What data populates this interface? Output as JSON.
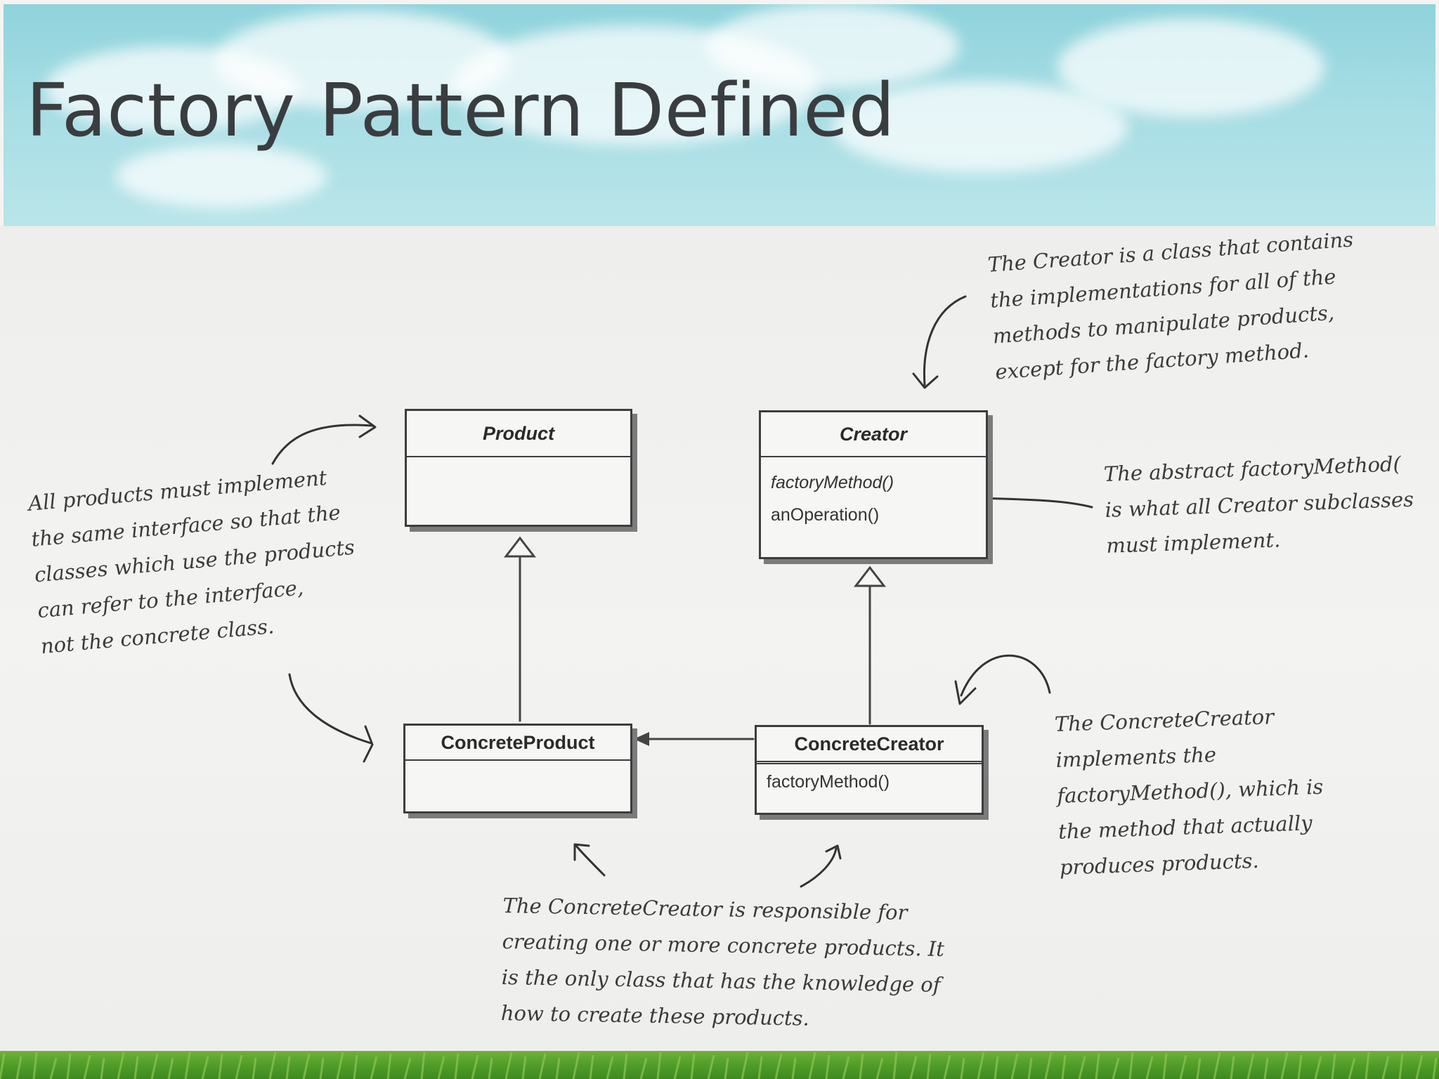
{
  "title": "Factory Pattern Defined",
  "diagram": {
    "classes": {
      "product": {
        "name": "Product"
      },
      "creator": {
        "name": "Creator",
        "methods": [
          "factoryMethod()",
          "anOperation()"
        ]
      },
      "concrete_product": {
        "name": "ConcreteProduct"
      },
      "concrete_creator": {
        "name": "ConcreteCreator",
        "methods": [
          "factoryMethod()"
        ]
      }
    },
    "notes": {
      "creator": [
        "The Creator is a class that contains",
        "the implementations for all of the",
        "methods to manipulate products,",
        "except for the factory method."
      ],
      "products": [
        "All products must implement",
        "the same interface so that the",
        "classes which use the products",
        "can refer to the interface,",
        "not the concrete class."
      ],
      "abstract_factory": [
        "The abstract factoryMethod(",
        "is what all Creator subclasses",
        "must implement."
      ],
      "concrete_creator_impl": [
        "The ConcreteCreator",
        "implements the",
        "factoryMethod(), which is",
        "the method that actually",
        "produces products."
      ],
      "concrete_creator_resp": [
        "The ConcreteCreator is responsible for",
        "creating one or more concrete products.  It",
        "is the only class that has the knowledge of",
        "how to create these products."
      ]
    }
  }
}
